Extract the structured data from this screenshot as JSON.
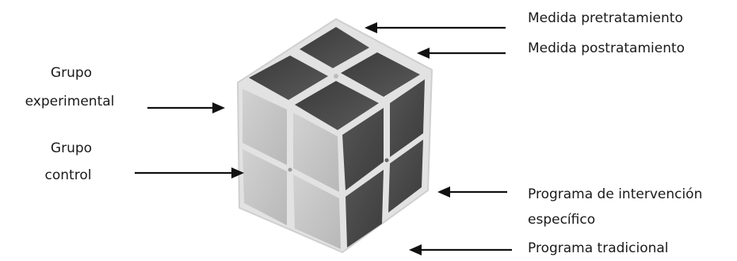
{
  "labels": {
    "grupo_experimental": [
      "Grupo",
      "experimental"
    ],
    "grupo_control": [
      "Grupo",
      "control"
    ],
    "medida_pre": "Medida pretratamiento",
    "medida_post": "Medida postratamiento",
    "programa_especifico": [
      "Programa de intervención",
      "específico"
    ],
    "programa_tradicional": "Programa tradicional"
  },
  "cube": {
    "frame_color": "#d9d9d9",
    "light_face_color": "#c9c9c9",
    "dark_face_color": "#4a4a4a"
  }
}
